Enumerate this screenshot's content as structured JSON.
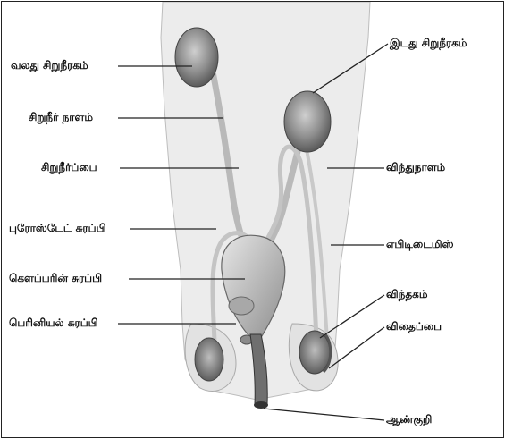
{
  "labels": {
    "right_kidney": "வலது சிறுநீரகம்",
    "left_kidney": "இடது சிறுநீரகம்",
    "ureter": "சிறுநீர் நாளம்",
    "urinary_bladder": "சிறுநீர்ப்பை",
    "vas_deferens": "விந்துநாளம்",
    "prostate_gland": "புரோஸ்டேட் சுரப்பி",
    "epididymis": "எபிடிடைமிஸ்",
    "cowpers_gland": "கௌப்பரின் சுரப்பி",
    "testis": "விந்தகம்",
    "perineal_gland": "பெரினியல் சுரப்பி",
    "scrotum": "விதைப்பை",
    "penis": "ஆண்குறி"
  },
  "colors": {
    "line": "#222222",
    "organ_fill": "#9a9a9a",
    "organ_dark": "#5e5e5e",
    "tube": "#bdbdbd",
    "body": "#ececec"
  }
}
